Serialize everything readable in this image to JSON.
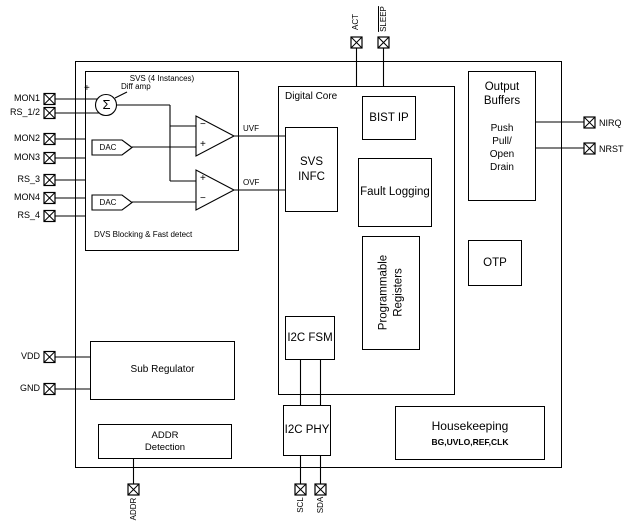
{
  "colors": {
    "line": "#000000",
    "background": "#ffffff",
    "text": "#000000"
  },
  "pins": {
    "left": [
      {
        "label": "MON1"
      },
      {
        "label": "RS_1/2"
      },
      {
        "label": "MON2"
      },
      {
        "label": "MON3"
      },
      {
        "label": "RS_3"
      },
      {
        "label": "MON4"
      },
      {
        "label": "RS_4"
      },
      {
        "label": "VDD"
      },
      {
        "label": "GND"
      }
    ],
    "top": [
      {
        "label": "ACT"
      },
      {
        "label": "SLEEP",
        "active_low": true
      }
    ],
    "right": [
      {
        "label": "NIRQ"
      },
      {
        "label": "NRST"
      }
    ],
    "bottom": [
      {
        "label": "ADDR"
      },
      {
        "label": "SCL"
      },
      {
        "label": "SDA"
      }
    ]
  },
  "svs": {
    "title": "SVS (4 Instances)",
    "diff_amp": "Diff amp",
    "sigma": "Σ",
    "sigma_plus": "+",
    "dac1": "DAC",
    "dac2": "DAC",
    "comp1": {
      "in_top": "−",
      "in_bottom": "+",
      "out": "UVF"
    },
    "comp2": {
      "in_top": "+",
      "in_bottom": "−",
      "out": "OVF"
    },
    "note": "DVS Blocking & Fast detect"
  },
  "core": {
    "label": "Digital Core",
    "bist": "BIST IP",
    "svs_infc": "SVS INFC",
    "fault_logging": "Fault Logging",
    "prog_registers": "Programmable Registers",
    "i2c_fsm": "I2C FSM"
  },
  "right_blocks": {
    "output_buffers_title": "Output Buffers",
    "output_buffers_sub": "Push Pull/ Open Drain",
    "otp": "OTP"
  },
  "bottom_blocks": {
    "sub_regulator": "Sub Regulator",
    "addr_detection": "ADDR Detection",
    "housekeeping_title": "Housekeeping",
    "housekeeping_sub": "BG,UVLO,REF,CLK",
    "i2c_phy": "I2C PHY"
  }
}
